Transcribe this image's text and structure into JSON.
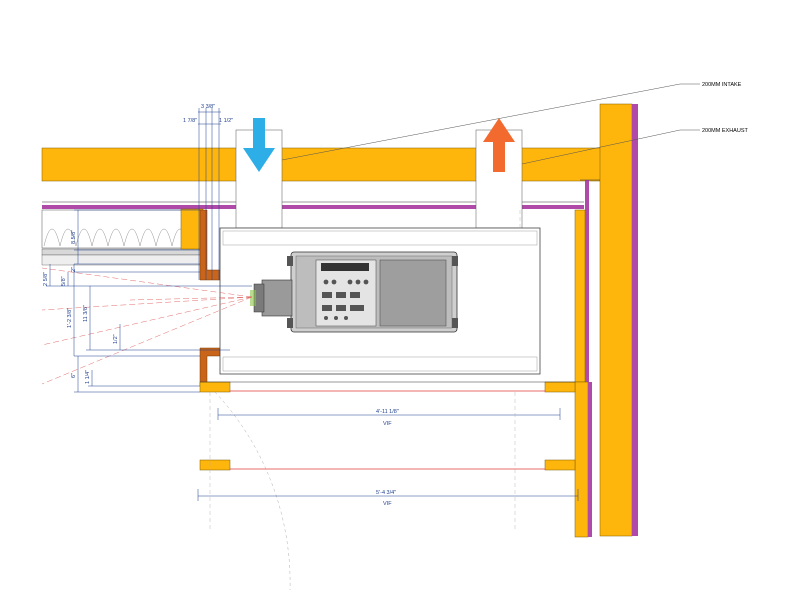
{
  "callouts": {
    "intake": "200MM INTAKE",
    "exhaust": "200MM EXHAUST"
  },
  "dimensions": {
    "top_3_3_8": "3 3/8\"",
    "top_1_7_8": "1 7/8\"",
    "top_1_1_2": "1 1/2\"",
    "left_8_5_8": "8 5/8\"",
    "left_2": "2\"",
    "left_2_5_8": "2 5/8\"",
    "left_5_8": "5/8\"",
    "left_1_2_3_8": "1'-2 3/8\"",
    "left_11_3_8": "11 3/8\"",
    "left_1_2": "1/2\"",
    "left_6": "6\"",
    "left_1_1_4": "1 1/4\"",
    "inner_width": "4'-11 1/8\"",
    "inner_width_note": "VIF",
    "outer_width": "5'-4 3/4\"",
    "outer_width_note": "VIF"
  },
  "colors": {
    "wood": "#ffb60c",
    "membrane": "#b04aa8",
    "intake_arrow": "#2eaee6",
    "exhaust_arrow": "#f26a2e",
    "dimension": "#1f3f8f",
    "redline": "#e03a3a",
    "bracket": "#c8651b"
  },
  "icons": {
    "intake": "arrow-down-icon",
    "exhaust": "arrow-up-icon"
  }
}
